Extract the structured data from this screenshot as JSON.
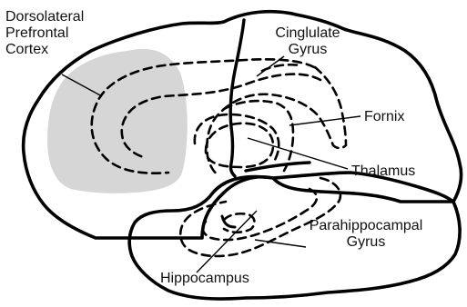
{
  "colors": {
    "outline": "#000000",
    "shading": "#d6d6d6",
    "background": "#ffffff"
  },
  "labels": {
    "dlpfc": [
      "Dorsolateral",
      "Prefrontal",
      "Cortex"
    ],
    "cingulate": [
      "Cinglulate",
      "Gyrus"
    ],
    "fornix": "Fornix",
    "thalamus": "Thalamus",
    "parahippocampal": [
      "Parahippocampal",
      "Gyrus"
    ],
    "hippocampus": "Hippocampus"
  }
}
